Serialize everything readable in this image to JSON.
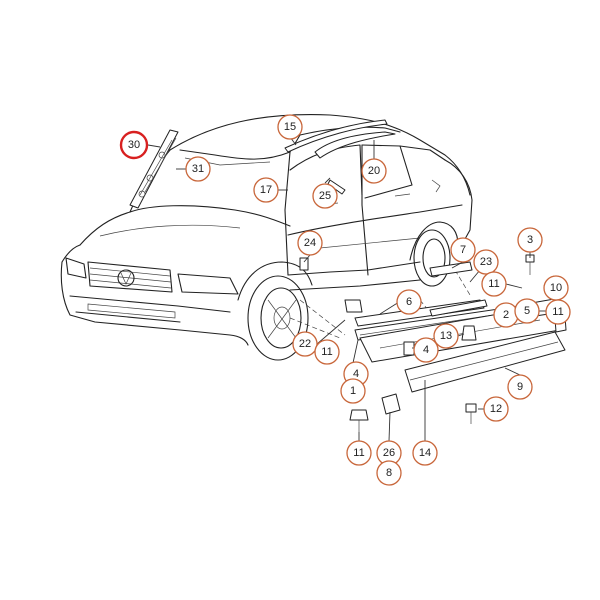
{
  "callouts": [
    {
      "id": "c30",
      "label": "30",
      "highlight": true
    },
    {
      "id": "c31",
      "label": "31"
    },
    {
      "id": "c15",
      "label": "15"
    },
    {
      "id": "c17",
      "label": "17"
    },
    {
      "id": "c20",
      "label": "20"
    },
    {
      "id": "c25",
      "label": "25"
    },
    {
      "id": "c24",
      "label": "24"
    },
    {
      "id": "c7",
      "label": "7"
    },
    {
      "id": "c23",
      "label": "23"
    },
    {
      "id": "c3",
      "label": "3"
    },
    {
      "id": "c11a",
      "label": "11"
    },
    {
      "id": "c10",
      "label": "10"
    },
    {
      "id": "c11b",
      "label": "11"
    },
    {
      "id": "c6",
      "label": "6"
    },
    {
      "id": "c2",
      "label": "2"
    },
    {
      "id": "c13",
      "label": "13"
    },
    {
      "id": "c5",
      "label": "5"
    },
    {
      "id": "c22",
      "label": "22"
    },
    {
      "id": "c11c",
      "label": "11"
    },
    {
      "id": "c4a",
      "label": "4"
    },
    {
      "id": "c4b",
      "label": "4"
    },
    {
      "id": "c1",
      "label": "1"
    },
    {
      "id": "c9",
      "label": "9"
    },
    {
      "id": "c12",
      "label": "12"
    },
    {
      "id": "c11d",
      "label": "11"
    },
    {
      "id": "c26",
      "label": "26"
    },
    {
      "id": "c14",
      "label": "14"
    },
    {
      "id": "c8",
      "label": "8"
    }
  ]
}
